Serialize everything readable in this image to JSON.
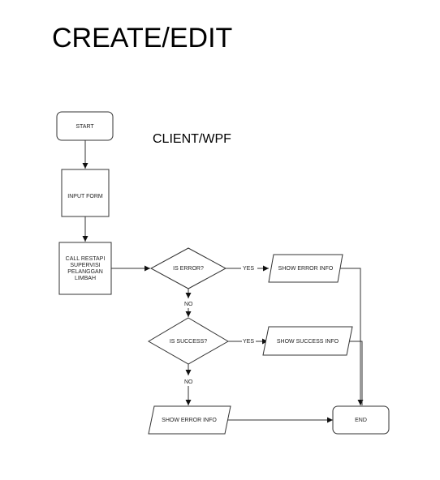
{
  "title": "CREATE/EDIT",
  "subtitle": "CLIENT/WPF",
  "nodes": {
    "start": "START",
    "input_form": "INPUT FORM",
    "call_restapi": [
      "CALL RESTAPI",
      "SUPERVISI",
      "PELANGGAN",
      "LIMBAH"
    ],
    "is_error": "IS ERROR?",
    "show_error_info_top": "SHOW ERROR INFO",
    "is_success": "IS SUCCESS?",
    "show_success_info": "SHOW SUCCESS INFO",
    "show_error_info_bottom": "SHOW ERROR INFO",
    "end": "END"
  },
  "edge_labels": {
    "error_yes": "YES",
    "error_no": "NO",
    "success_yes": "YES",
    "success_no": "NO"
  }
}
